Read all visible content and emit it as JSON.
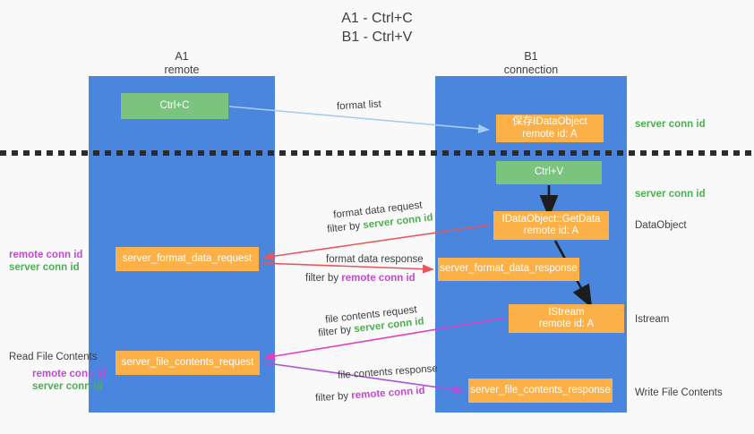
{
  "title": "A1 - Ctrl+C\nB1 - Ctrl+V",
  "columns": {
    "a1": {
      "header": "A1\nremote"
    },
    "b1": {
      "header": "B1\nconnection"
    }
  },
  "nodes": {
    "ctrl_c": {
      "label": "Ctrl+C",
      "color": "#7bc47f"
    },
    "clipboard_idataobject": {
      "label": "保存IDataObject\nremote id: A",
      "color": "#fbb148"
    },
    "ctrl_v": {
      "label": "Ctrl+V",
      "color": "#7bc47f"
    },
    "getdata": {
      "label": "IDataObject::GetData\nremote id: A",
      "color": "#fbb148"
    },
    "server_format_data_request": {
      "label": "server_format_data_request",
      "color": "#fbb148"
    },
    "server_format_data_response": {
      "label": "server_format_data_response",
      "color": "#fbb148"
    },
    "istream": {
      "label": "IStream\nremote id: A",
      "color": "#fbb148"
    },
    "server_file_contents_request": {
      "label": "server_file_contents_request",
      "color": "#fbb148"
    },
    "server_file_contents_response": {
      "label": "server_file_contents_response",
      "color": "#fbb148"
    }
  },
  "edges": {
    "format_list": {
      "label": "format list",
      "color": "#a8cdf0"
    },
    "format_data_request": {
      "label": "format data request",
      "filter_prefix": "filter by ",
      "filter_value": "server conn id",
      "color": "#e8565c"
    },
    "format_data_response": {
      "label": "format data response",
      "filter_prefix": "filter by ",
      "filter_value": "remote conn id",
      "color": "#e8565c"
    },
    "file_contents_request": {
      "label": "file contents request",
      "filter_prefix": "filter by ",
      "filter_value": "server conn id",
      "color": "#e040c0"
    },
    "file_contents_response": {
      "label": "file contents response",
      "filter_prefix": "filter by ",
      "filter_value": "remote conn id",
      "color": "#b050d8"
    }
  },
  "annotations": {
    "server_conn_id_top": "server conn id",
    "server_conn_id_mid": "server conn id",
    "dataobject": "DataObject",
    "istream": "Istream",
    "write_file_contents": "Write File Contents",
    "read_file_contents": "Read File Contents",
    "remote_conn_id": "remote conn id",
    "server_conn_id": "server conn id"
  },
  "colors": {
    "lane": "#4a86de",
    "green_node": "#7bc47f",
    "orange_node": "#fbb148",
    "background": "#f9f9f9",
    "divider": "#2b2b2b",
    "server_highlight": "#4caf50",
    "remote_highlight": "#c34ad0"
  }
}
